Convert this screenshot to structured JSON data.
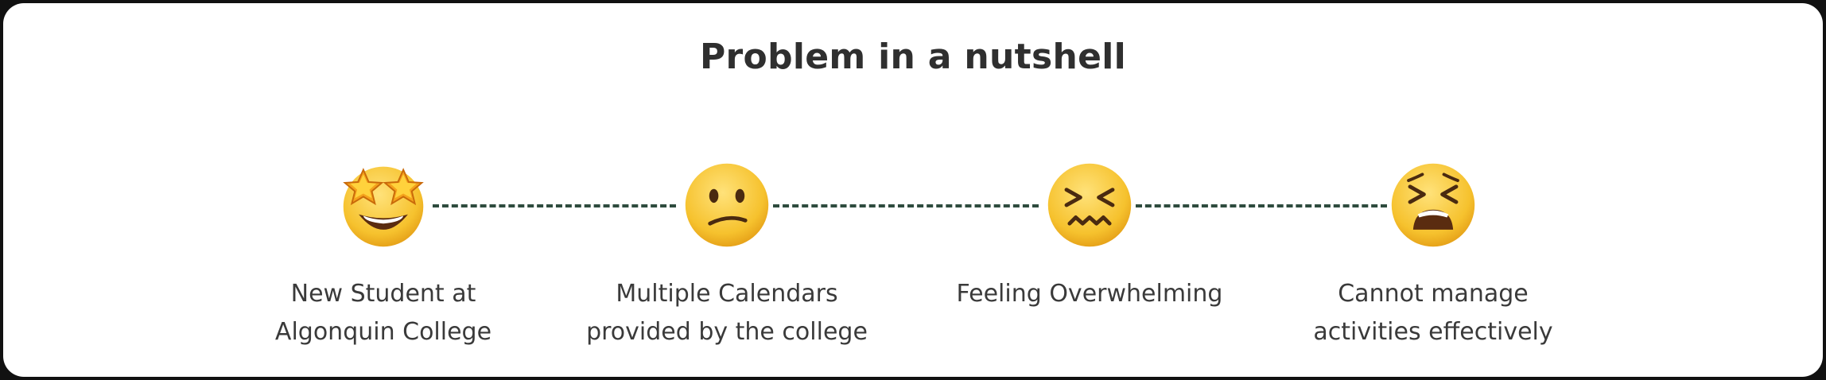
{
  "title": "Problem in a nutshell",
  "colors": {
    "connector": "#2e4b3e",
    "emoji_face": "#f6c22e",
    "text": "#3a3a3a",
    "title": "#2f2f2f"
  },
  "steps": [
    {
      "icon": "star-struck-emoji-icon",
      "line1": "New Student at",
      "line2": "Algonquin College"
    },
    {
      "icon": "confused-emoji-icon",
      "line1": "Multiple Calendars",
      "line2": "provided by the college"
    },
    {
      "icon": "confounded-emoji-icon",
      "line1": "Feeling Overwhelming",
      "line2": ""
    },
    {
      "icon": "weary-emoji-icon",
      "line1": "Cannot manage",
      "line2": "activities effectively"
    }
  ]
}
